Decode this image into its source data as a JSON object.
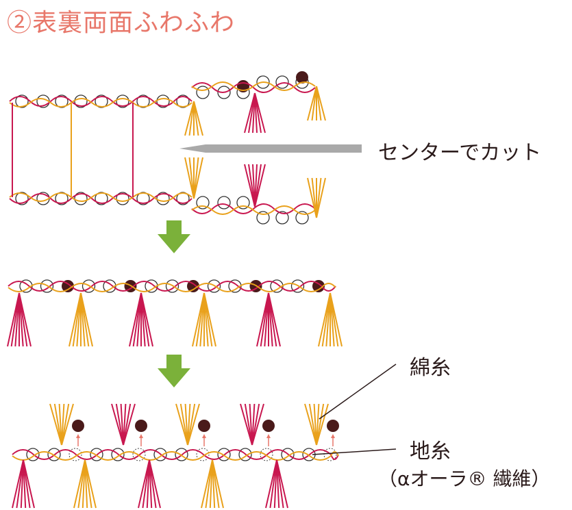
{
  "title": "②表裏両面ふわふわ",
  "labels": {
    "cut": "センターでカット",
    "cotton_yarn": "綿糸",
    "ground_yarn": "地糸",
    "ground_yarn_detail": "（αオーラ® 繊維）"
  },
  "colors": {
    "title": "#e8776a",
    "yarn_magenta": "#c8174f",
    "yarn_orange": "#e9a11b",
    "fiber_dark": "#4a1a1a",
    "arrow_green": "#7bb13a",
    "cutter_gray": "#a9a9a9",
    "small_arrow": "#e8776a"
  }
}
